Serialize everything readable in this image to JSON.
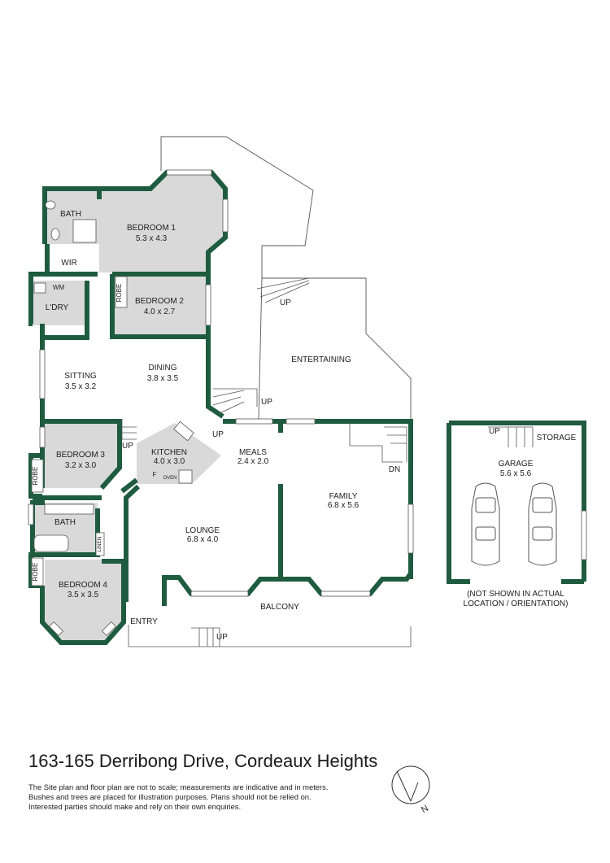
{
  "property": {
    "address": "163-165 Derribong Drive, Cordeaux Heights"
  },
  "disclaimer": [
    "The Site plan and floor plan are not to scale; measurements are indicative and in meters.",
    "Bushes and trees are placed for illustration purposes. Plans should not be relied on.",
    "Interested parties should make and rely on their own enquiries."
  ],
  "compass": {
    "label": "N"
  },
  "rooms": {
    "bath1": {
      "name": "BATH"
    },
    "bedroom1": {
      "name": "BEDROOM 1",
      "size": "5.3 x 4.3"
    },
    "wir": {
      "name": "WIR"
    },
    "wm": {
      "name": "WM"
    },
    "laundry": {
      "name": "L'DRY"
    },
    "robe2": {
      "name": "ROBE"
    },
    "bedroom2": {
      "name": "BEDROOM 2",
      "size": "4.0 x 2.7"
    },
    "sitting": {
      "name": "SITTING",
      "size": "3.5 x 3.2"
    },
    "dining": {
      "name": "DINING",
      "size": "3.8 x 3.5"
    },
    "entertaining": {
      "name": "ENTERTAINING"
    },
    "bedroom3": {
      "name": "BEDROOM 3",
      "size": "3.2 x 3.0"
    },
    "robe3": {
      "name": "ROBE"
    },
    "kitchen": {
      "name": "KITCHEN",
      "size": "4.0 x 3.0"
    },
    "fridge": {
      "name": "F"
    },
    "oven": {
      "name": "OVEN"
    },
    "meals": {
      "name": "MEALS",
      "size": "2.4 x 2.0"
    },
    "family": {
      "name": "FAMILY",
      "size": "6.8 x 5.6"
    },
    "bath2": {
      "name": "BATH"
    },
    "linen": {
      "name": "LINEN"
    },
    "lounge": {
      "name": "LOUNGE",
      "size": "6.8 x 4.0"
    },
    "robe4": {
      "name": "ROBE"
    },
    "bedroom4": {
      "name": "BEDROOM 4",
      "size": "3.5 x 3.5"
    },
    "entry": {
      "name": "ENTRY"
    },
    "balcony": {
      "name": "BALCONY"
    },
    "garage": {
      "name": "GARAGE",
      "size": "5.6 x 5.6"
    },
    "storage": {
      "name": "STORAGE"
    }
  },
  "stairs": {
    "entertaining_up": "UP",
    "dining_up": "UP",
    "kitchen_up": "UP",
    "sitting_up": "UP",
    "family_dn": "DN",
    "balcony_up": "UP",
    "garage_up": "UP"
  },
  "garage_note": [
    "(NOT SHOWN IN ACTUAL",
    "LOCATION / ORIENTATION)"
  ],
  "colors": {
    "wall": "#1f5c3f",
    "room_fill": "#d9d9d9",
    "background": "#ffffff"
  }
}
